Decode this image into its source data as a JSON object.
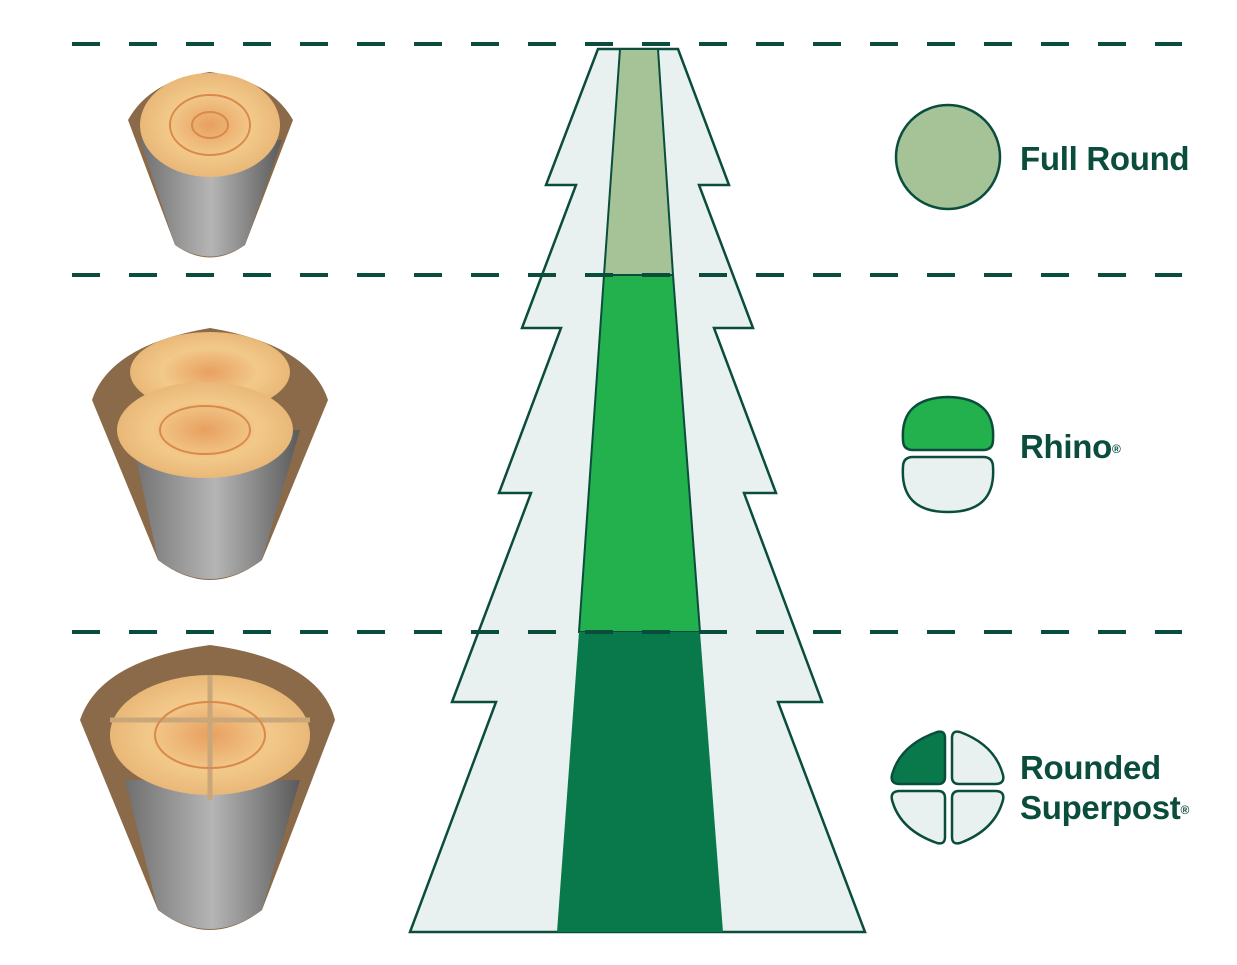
{
  "title": "Log cuts by tree section",
  "colors": {
    "dark_green": "#0a4d3c",
    "sage": "#a6c398",
    "bright_green": "#22b14c",
    "forest": "#09784a",
    "pale": "#e8f1ef"
  },
  "sections": [
    {
      "name": "Full Round",
      "mark": ""
    },
    {
      "name": "Rhino",
      "mark": "®"
    },
    {
      "name_line1": "Rounded",
      "name_line2": "Superpost",
      "mark": "®"
    }
  ]
}
